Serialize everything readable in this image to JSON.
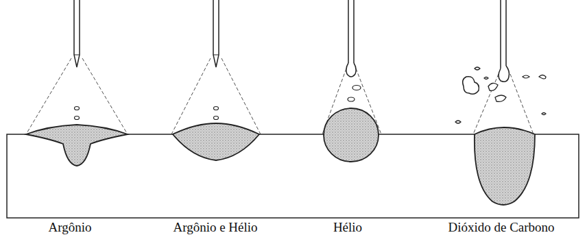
{
  "diagram": {
    "labels": [
      "Argônio",
      "Argônio e Hélio",
      "Hélio",
      "Dióxido de Carbono"
    ]
  }
}
